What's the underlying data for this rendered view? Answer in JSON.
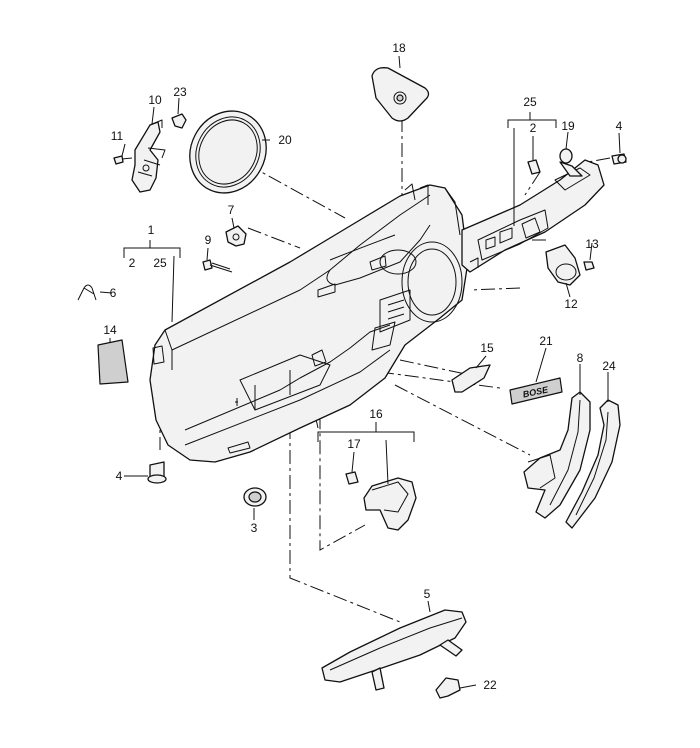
{
  "callouts": {
    "c1": "1",
    "c2a": "2",
    "c25a": "25",
    "c2b": "2",
    "c25b": "25",
    "c3": "3",
    "c4a": "4",
    "c4b": "4",
    "c5": "5",
    "c6": "6",
    "c7": "7",
    "c8": "8",
    "c9": "9",
    "c10": "10",
    "c11": "11",
    "c12": "12",
    "c13": "13",
    "c14": "14",
    "c15": "15",
    "c16": "16",
    "c17": "17",
    "c18": "18",
    "c19": "19",
    "c20": "20",
    "c21": "21",
    "c22": "22",
    "c23": "23",
    "c24": "24"
  },
  "bose_badge_text": "BOSE"
}
